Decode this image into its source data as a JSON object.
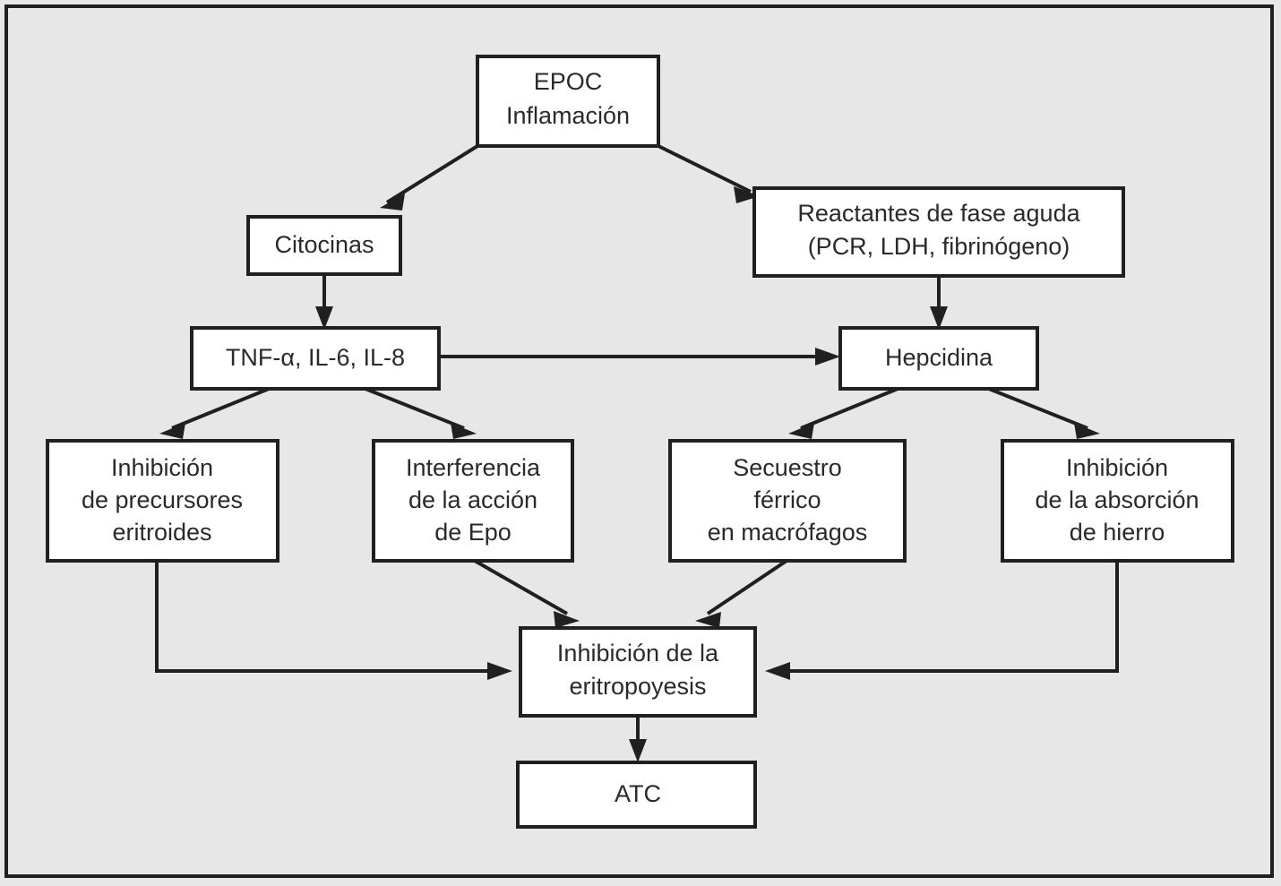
{
  "figure": {
    "kind": "flowchart",
    "language": "es",
    "background_color": "#e7e7e7",
    "node_fill_color": "#ffffff",
    "line_color": "#211f1f",
    "text_color": "#2a2a2a"
  },
  "nodes": {
    "epoc": {
      "id": "epoc",
      "lines": [
        "EPOC",
        "Inflamación"
      ]
    },
    "citocinas": {
      "id": "citocinas",
      "lines": [
        "Citocinas"
      ]
    },
    "reactantes": {
      "id": "reactantes",
      "lines": [
        "Reactantes de fase aguda",
        "(PCR, LDH, fibrinógeno)"
      ]
    },
    "tnf": {
      "id": "tnf",
      "lines": [
        "TNF-α, IL-6, IL-8"
      ]
    },
    "hepcidina": {
      "id": "hepcidina",
      "lines": [
        "Hepcidina"
      ]
    },
    "inhib_precursores": {
      "id": "inhib_precursores",
      "lines": [
        "Inhibición",
        "de precursores",
        "eritroides"
      ]
    },
    "interferencia_epo": {
      "id": "interferencia_epo",
      "lines": [
        "Interferencia",
        "de la acción",
        "de Epo"
      ]
    },
    "secuestro": {
      "id": "secuestro",
      "lines": [
        "Secuestro",
        "férrico",
        "en macrófagos"
      ]
    },
    "inhib_absorcion": {
      "id": "inhib_absorcion",
      "lines": [
        "Inhibición",
        "de la absorción",
        "de hierro"
      ]
    },
    "inhib_eritropoyesis": {
      "id": "inhib_eritropoyesis",
      "lines": [
        "Inhibición de la",
        "eritropoyesis"
      ]
    },
    "atc": {
      "id": "atc",
      "lines": [
        "ATC"
      ]
    }
  },
  "edges": [
    {
      "from": "epoc",
      "to": "citocinas",
      "style": "diagonal-arrow"
    },
    {
      "from": "epoc",
      "to": "reactantes",
      "style": "diagonal-arrow"
    },
    {
      "from": "citocinas",
      "to": "tnf",
      "style": "vertical-arrow"
    },
    {
      "from": "reactantes",
      "to": "hepcidina",
      "style": "vertical-arrow"
    },
    {
      "from": "tnf",
      "to": "hepcidina",
      "style": "horizontal-arrow"
    },
    {
      "from": "tnf",
      "to": "inhib_precursores",
      "style": "diagonal-arrow"
    },
    {
      "from": "tnf",
      "to": "interferencia_epo",
      "style": "diagonal-arrow"
    },
    {
      "from": "hepcidina",
      "to": "secuestro",
      "style": "diagonal-arrow"
    },
    {
      "from": "hepcidina",
      "to": "inhib_absorcion",
      "style": "diagonal-arrow"
    },
    {
      "from": "inhib_precursores",
      "to": "inhib_eritropoyesis",
      "style": "elbow-arrow"
    },
    {
      "from": "interferencia_epo",
      "to": "inhib_eritropoyesis",
      "style": "diagonal-arrow"
    },
    {
      "from": "secuestro",
      "to": "inhib_eritropoyesis",
      "style": "diagonal-arrow"
    },
    {
      "from": "inhib_absorcion",
      "to": "inhib_eritropoyesis",
      "style": "elbow-arrow"
    },
    {
      "from": "inhib_eritropoyesis",
      "to": "atc",
      "style": "vertical-arrow"
    }
  ]
}
